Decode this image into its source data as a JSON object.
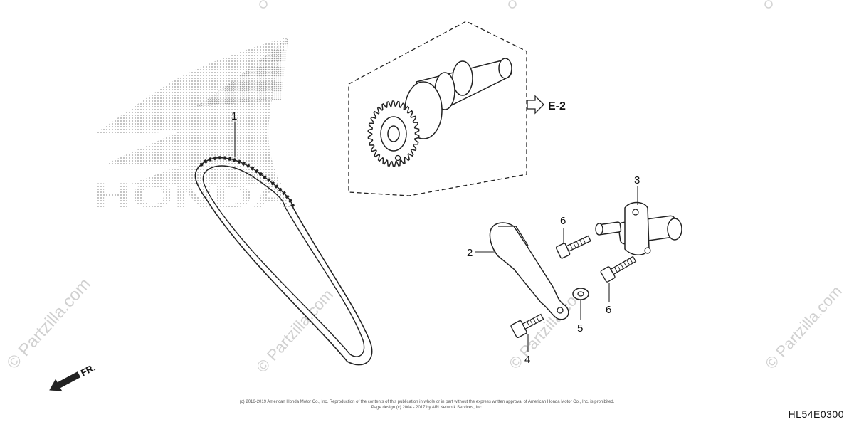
{
  "diagram": {
    "callouts": [
      "1",
      "2",
      "3",
      "4",
      "5",
      "6",
      "6"
    ],
    "reference_label": "E-2",
    "front_label": "FR.",
    "diagram_code": "HL54E0300",
    "logo_text": "HONDA",
    "copyright_line_1": "(c) 2016-2019 American Honda Motor Co., Inc. Reproduction of the contents of this publication in whole or in part without the express written approval of American Honda Motor Co., Inc. is prohibited.",
    "copyright_line_2": "Page design (c) 2004 - 2017 by ARI Network Services, Inc."
  },
  "watermarks": {
    "text": "© Partzilla.com"
  }
}
